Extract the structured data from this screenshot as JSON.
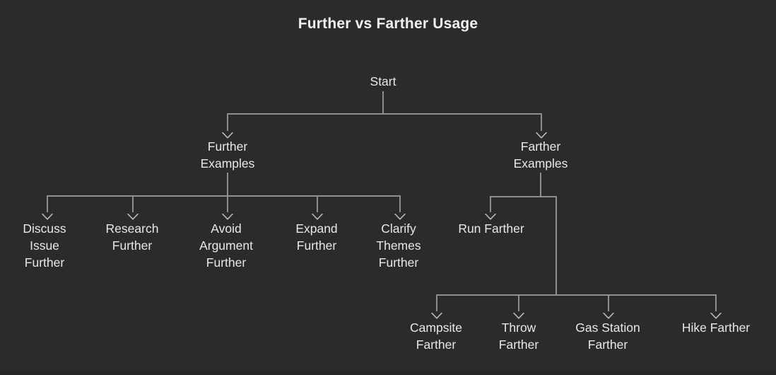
{
  "title": "Further vs Farther Usage",
  "colors": {
    "background": "#2b2b2b",
    "line": "#8f8f8f",
    "arrowhead": "#b9b9b9",
    "text": "#e8e8e8",
    "title_text": "#f0f0f0",
    "footer_strip": "#262626"
  },
  "nodes": {
    "start": "Start",
    "further_examples": "Further\nExamples",
    "farther_examples": "Farther\nExamples",
    "discuss_issue_further": "Discuss\nIssue\nFurther",
    "research_further": "Research\nFurther",
    "avoid_argument_further": "Avoid\nArgument\nFurther",
    "expand_further": "Expand\nFurther",
    "clarify_themes_further": "Clarify\nThemes\nFurther",
    "run_farther": "Run Farther",
    "campsite_farther": "Campsite\nFarther",
    "throw_farther": "Throw\nFarther",
    "gas_station_farther": "Gas Station\nFarther",
    "hike_farther": "Hike Farther"
  },
  "hierarchy": {
    "root": "Start",
    "children": [
      {
        "label": "Further Examples",
        "children": [
          "Discuss Issue Further",
          "Research Further",
          "Avoid Argument Further",
          "Expand Further",
          "Clarify Themes Further"
        ]
      },
      {
        "label": "Farther Examples",
        "children": [
          "Run Farther",
          "Campsite Farther",
          "Throw Farther",
          "Gas Station Farther",
          "Hike Farther"
        ]
      }
    ]
  }
}
